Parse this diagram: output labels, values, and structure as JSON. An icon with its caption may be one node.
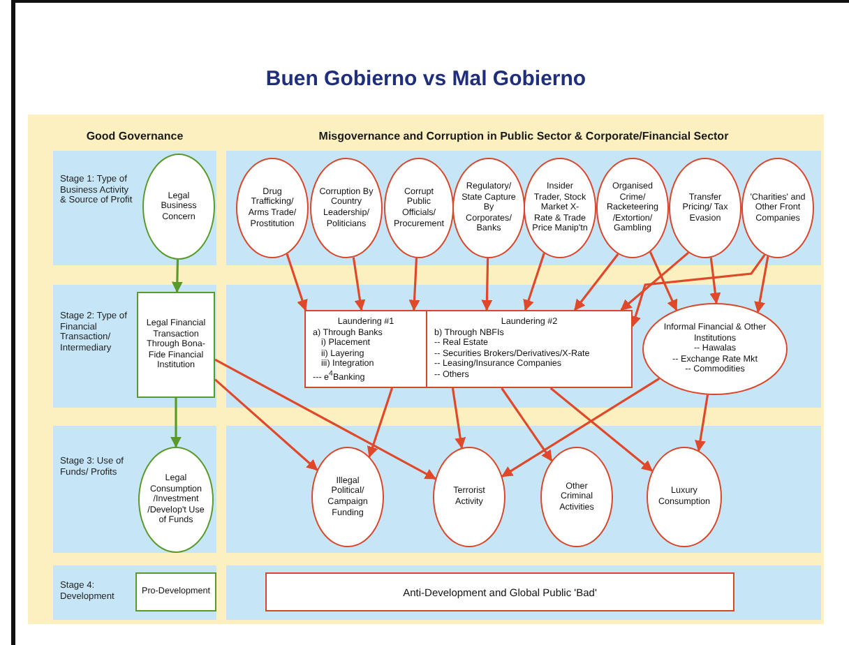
{
  "diagram": {
    "title": "Buen Gobierno vs Mal Gobierno",
    "nodes": [
      {
        "text": [
          "Legal Business Concern"
        ]
      },
      {
        "text": [
          "Drug Trafficking/ Arms Trade/ Prostitution"
        ]
      },
      {
        "text": [
          "Corruption By Country Leadership/ Politicians"
        ]
      },
      {
        "text": [
          "Corrupt Public Officials/ Procurement"
        ]
      },
      {
        "text": [
          "Regulatory/ State Capture By Corporates/ Banks"
        ]
      },
      {
        "text": [
          "Insider Trader, Stock Market X-Rate & Trade Price Manip'tn"
        ]
      },
      {
        "text": [
          "Organised Crime/ Racketeering /Extortion/ Gambling"
        ]
      },
      {
        "text": [
          "Transfer Pricing/ Tax Evasion"
        ]
      },
      {
        "text": [
          "'Charities' and Other Front Companies"
        ]
      },
      {
        "text": [
          "Legal Financial Transaction Through Bona-Fide Financial Institution"
        ]
      },
      {
        "text": [
          "Laundering #1",
          "a) Through Banks",
          "i) Placement",
          "ii) Layering",
          "iii) Integration",
          "--- e$^{4}$Banking"
        ]
      },
      {
        "text": [
          "Laundering #2",
          "b) Through NBFIs",
          "-- Real Estate",
          "-- Securities Brokers/Derivatives/X-Rate",
          "-- Leasing/Insurance Companies",
          "-- Others"
        ]
      },
      {
        "text": [
          "Informal Financial & Other Institutions",
          "-- Hawalas",
          "-- Exchange Rate Mkt",
          "-- Commodities"
        ]
      },
      {
        "text": [
          "Legal Consumption /Investment /Develop't Use of Funds"
        ]
      },
      {
        "text": [
          "Illegal Political/ Campaign Funding"
        ]
      },
      {
        "text": [
          "Terrorist Activity"
        ]
      },
      {
        "text": [
          "Other Criminal Activities"
        ]
      },
      {
        "text": [
          "Luxury Consumption"
        ]
      },
      {
        "text": [
          "Pro-Development"
        ]
      },
      {
        "text": [
          "Anti-Development and Global Public 'Bad'"
        ]
      }
    ],
    "edges": [
      {
        "from": 0,
        "to": 9,
        "arrow": "to",
        "color": "#5a9a2a"
      },
      {
        "from": 9,
        "to": 13,
        "arrow": "to",
        "color": "#5a9a2a"
      },
      {
        "from": 1,
        "to": 10,
        "arrow": "to"
      },
      {
        "from": 2,
        "to": 10,
        "arrow": "to"
      },
      {
        "from": 3,
        "to": 10,
        "arrow": "to"
      },
      {
        "from": 4,
        "to": 11,
        "arrow": "to"
      },
      {
        "from": 5,
        "to": 11,
        "arrow": "to"
      },
      {
        "from": 6,
        "to": 11,
        "arrow": "to"
      },
      {
        "from": 7,
        "to": 11,
        "arrow": "to"
      },
      {
        "from": 8,
        "to": 11,
        "arrow": "to"
      },
      {
        "from": 6,
        "to": 12,
        "arrow": "to"
      },
      {
        "from": 7,
        "to": 12,
        "arrow": "to"
      },
      {
        "from": 8,
        "to": 12,
        "arrow": "to"
      },
      {
        "from": 9,
        "to": 14,
        "arrow": "to"
      },
      {
        "from": 9,
        "to": 15,
        "arrow": "to"
      },
      {
        "from": 10,
        "to": 14,
        "arrow": "to"
      },
      {
        "from": 11,
        "to": 15,
        "arrow": "to"
      },
      {
        "from": 11,
        "to": 16,
        "arrow": "to"
      },
      {
        "from": 11,
        "to": 17,
        "arrow": "to"
      },
      {
        "from": 12,
        "to": 15,
        "arrow": "to"
      },
      {
        "from": 12,
        "to": 17,
        "arrow": "to"
      }
    ],
    "labels": [
      "Good Governance",
      "Misgovernance and Corruption in Public Sector & Corporate/Financial Sector",
      "Stage 1: Type of Business Activity & Source of Profit",
      "Stage 2: Type of Financial Transaction/ Intermediary",
      "Stage 3: Use of Funds/ Profits",
      "Stage 4: Development"
    ]
  }
}
